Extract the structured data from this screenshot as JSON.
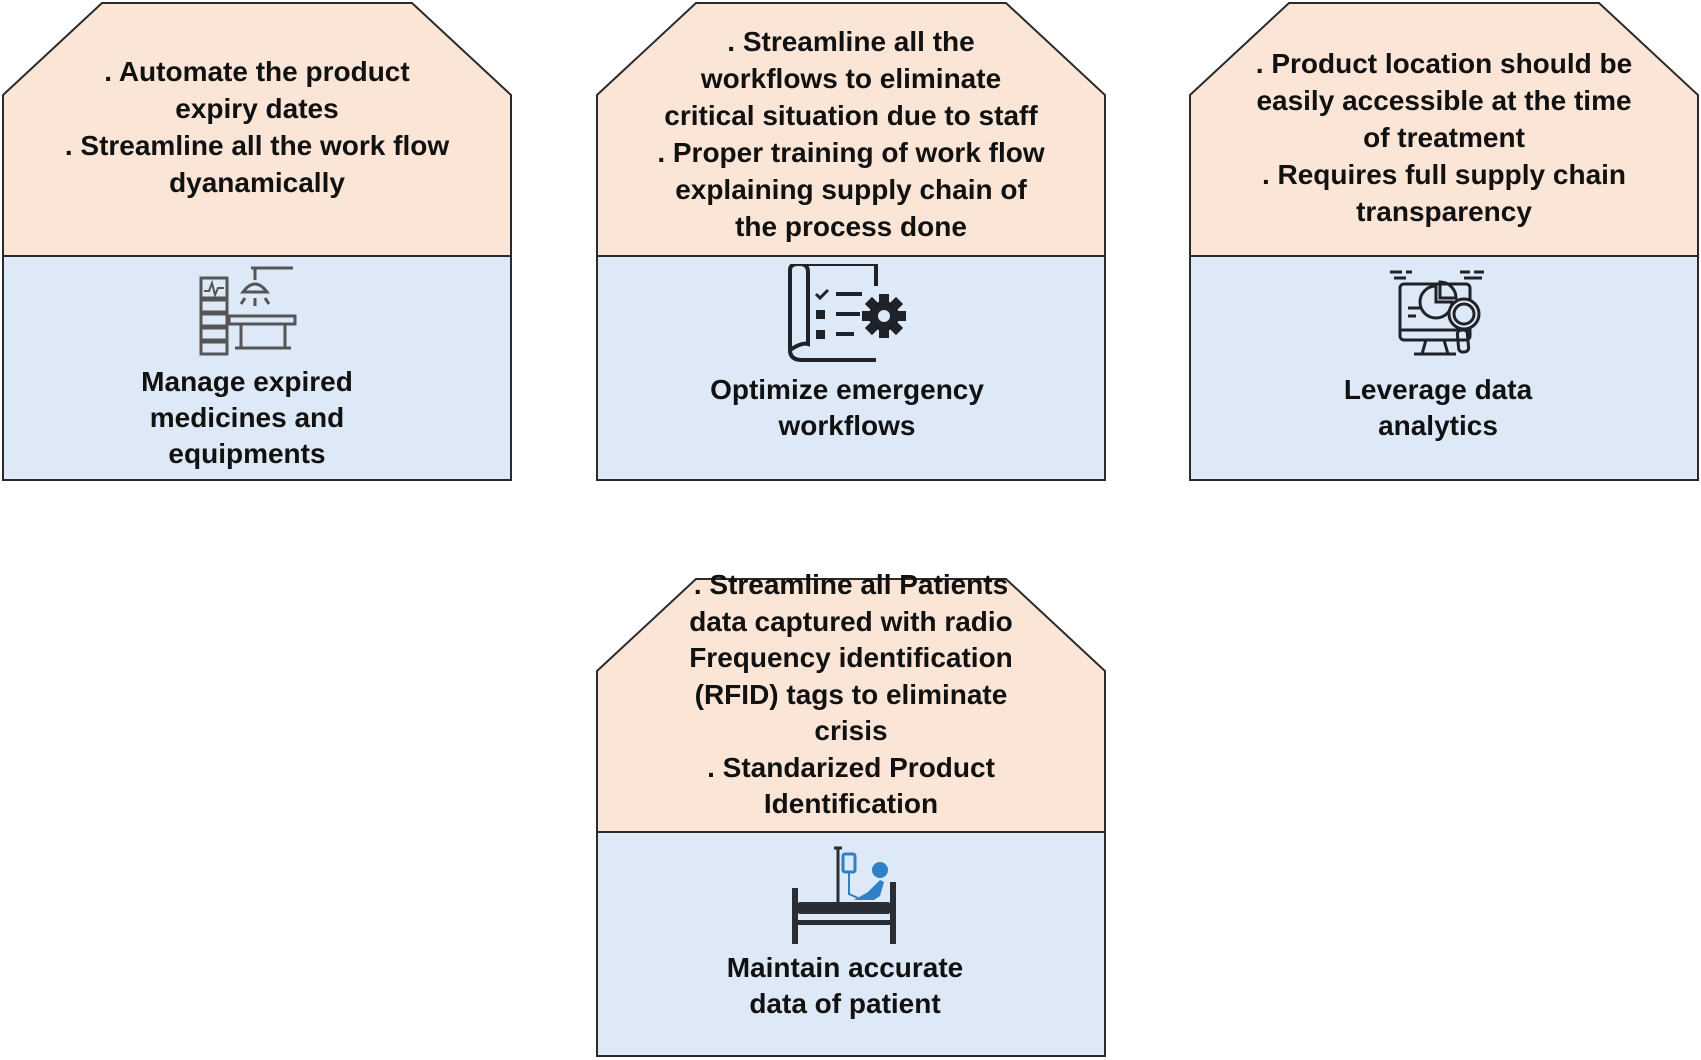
{
  "colors": {
    "top_fill": "#fae5d7",
    "bottom_fill": "#dde9f6",
    "border": "#2b2b2b",
    "icon_dark": "#2a2d34",
    "icon_blue": "#2f80c6"
  },
  "cards": [
    {
      "top_lines": [
        ". Automate the product",
        "expiry dates",
        ". Streamline all the work flow",
        "dyanamically"
      ],
      "icon": "operating-room-icon",
      "label_lines": [
        "Manage expired",
        "medicines and",
        "equipments"
      ]
    },
    {
      "top_lines": [
        ". Streamline all the",
        "workflows to eliminate",
        "critical situation due to staff",
        ". Proper training of work flow",
        "explaining supply chain of",
        "the process done"
      ],
      "icon": "workflow-checklist-icon",
      "label_lines": [
        "Optimize emergency",
        "workflows"
      ]
    },
    {
      "top_lines": [
        ". Product location should be",
        "easily accessible at the time",
        "of treatment",
        ". Requires full supply chain",
        "transparency"
      ],
      "icon": "data-analytics-icon",
      "label_lines": [
        "Leverage data",
        "analytics"
      ]
    },
    {
      "top_lines": [
        ". Streamline all Patients",
        "data captured with radio",
        "Frequency identification",
        "(RFID) tags to eliminate",
        "crisis",
        ". Standarized Product",
        "Identification"
      ],
      "icon": "patient-bed-icon",
      "label_lines": [
        "Maintain accurate",
        "data of patient"
      ]
    }
  ]
}
